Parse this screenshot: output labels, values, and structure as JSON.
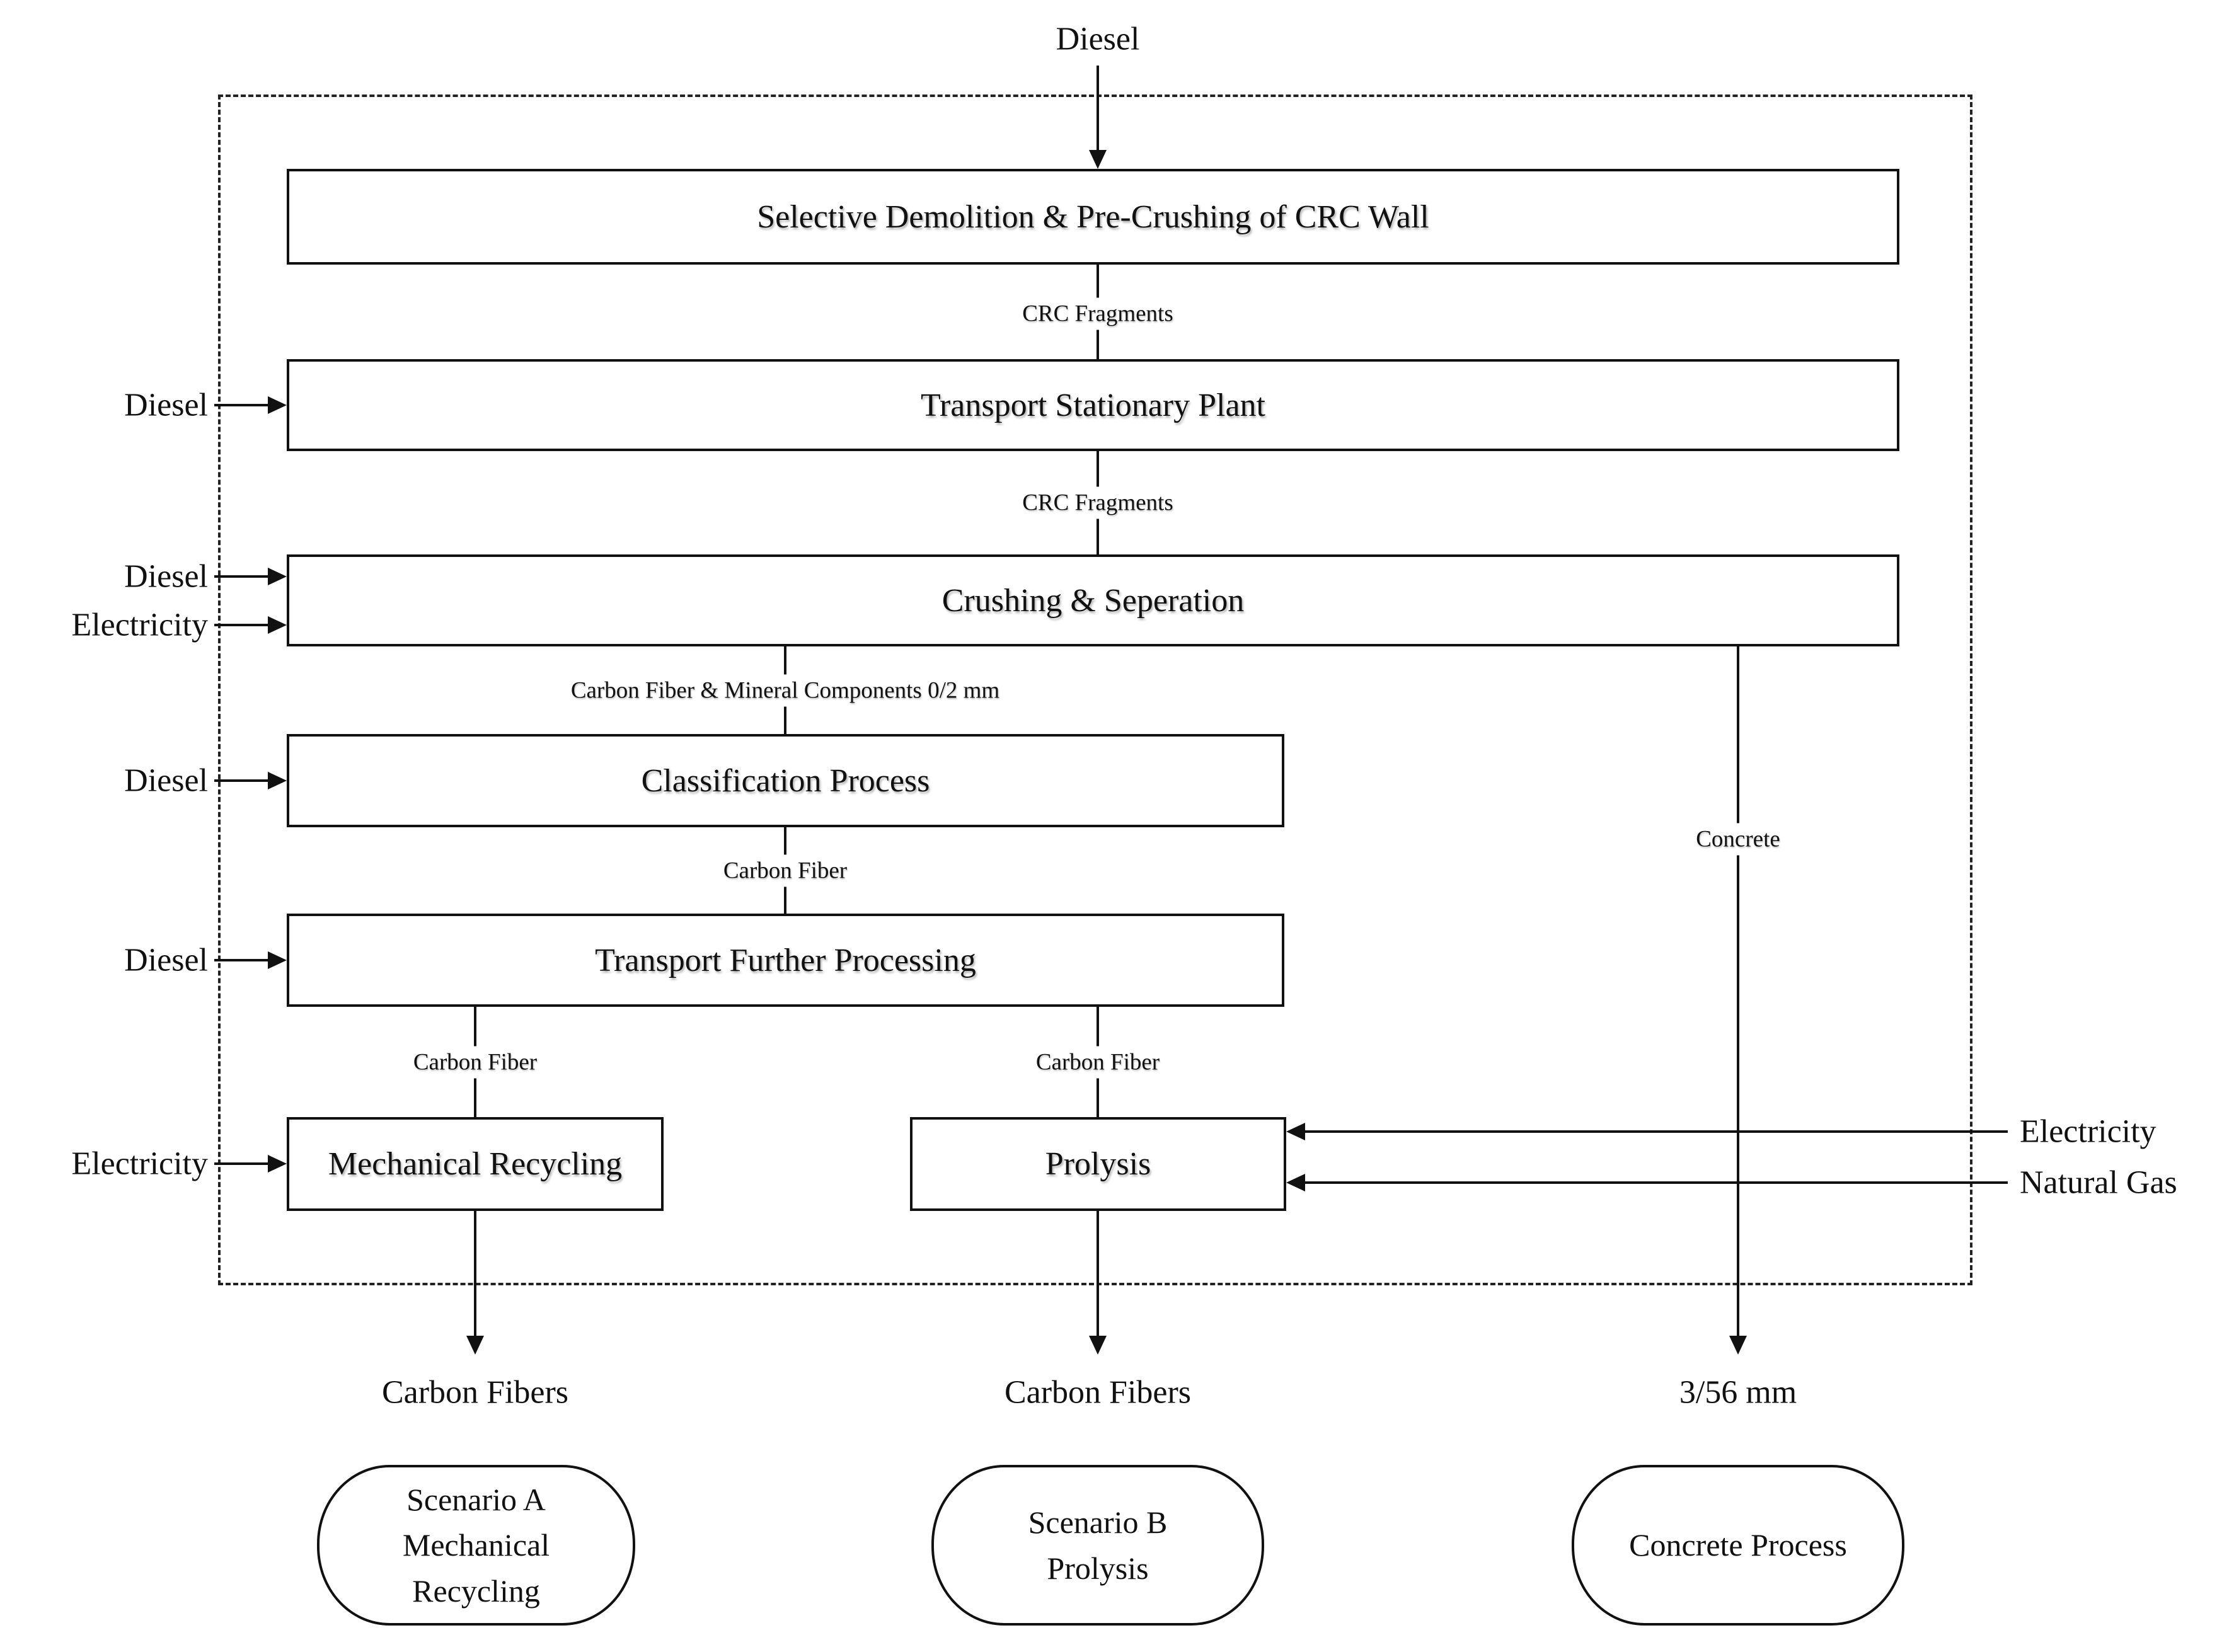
{
  "diagram": {
    "title_hint": "CRC wall recycling process flow",
    "colors": {
      "line": "#111111",
      "background": "#ffffff"
    },
    "top_input": {
      "diesel": "Diesel"
    },
    "boxes": {
      "selective_demolition": "Selective Demolition & Pre-Crushing of CRC Wall",
      "transport_stationary": "Transport Stationary Plant",
      "crushing_separation": "Crushing & Seperation",
      "classification": "Classification Process",
      "transport_further": "Transport Further Processing",
      "mechanical_recycling": "Mechanical Recycling",
      "prolysis": "Prolysis"
    },
    "flow_labels": {
      "crc_fragments_1": "CRC Fragments",
      "crc_fragments_2": "CRC Fragments",
      "carbon_fiber_mineral": "Carbon Fiber & Mineral Components 0/2 mm",
      "carbon_fiber_mid": "Carbon Fiber",
      "carbon_fiber_left": "Carbon Fiber",
      "carbon_fiber_right": "Carbon Fiber",
      "concrete": "Concrete"
    },
    "side_inputs": {
      "diesel_transport_stationary": "Diesel",
      "diesel_crushing": "Diesel",
      "electricity_crushing": "Electricity",
      "diesel_classification": "Diesel",
      "diesel_transport_further": "Diesel",
      "electricity_mechanical": "Electricity",
      "electricity_prolysis": "Electricity",
      "natural_gas_prolysis": "Natural Gas"
    },
    "outputs": {
      "carbon_fibers_left": "Carbon Fibers",
      "carbon_fibers_mid": "Carbon Fibers",
      "concrete_fraction": "3/56 mm"
    },
    "terminals": {
      "scenario_a": "Scenario A\nMechanical\nRecycling",
      "scenario_b": "Scenario B\nProlysis",
      "concrete_process": "Concrete Process"
    }
  }
}
